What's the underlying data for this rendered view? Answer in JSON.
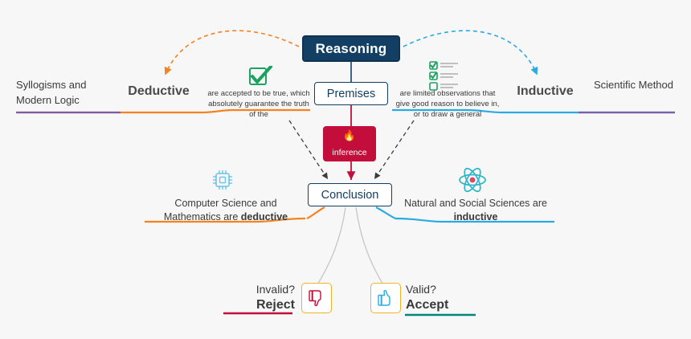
{
  "diagram": {
    "title": "Reasoning",
    "nodes": {
      "root": "Reasoning",
      "premises": "Premises",
      "conclusion": "Conclusion",
      "inference": "inference"
    },
    "branches": {
      "deductive_label": "Deductive",
      "inductive_label": "Inductive",
      "deductive_source": "Syllogisms and Modern Logic",
      "inductive_source": "Scientific Method",
      "deductive_premise_def": "are accepted to be true, which absolutely guarantee the truth of the",
      "inductive_premise_def": "are limited observations  that give good reason to believe in, or to draw a general",
      "deductive_domain_prefix": "Computer Science and Mathematics are ",
      "deductive_domain_strong": "deductive",
      "inductive_domain_prefix": "Natural and Social Sciences are ",
      "inductive_domain_strong": "inductive"
    },
    "verdicts": {
      "invalid_question": "Invalid?",
      "invalid_action": "Reject",
      "valid_question": "Valid?",
      "valid_action": "Accept"
    },
    "icons": {
      "deductive_premise": "green-checkmark-icon",
      "inductive_premise": "checklist-icon",
      "inference": "flame-icon",
      "deductive_domain": "microchip-icon",
      "inductive_domain": "atom-icon",
      "reject": "thumbs-down-icon",
      "accept": "thumbs-up-icon"
    },
    "colors": {
      "navy": "#123f63",
      "crimson": "#c30e3c",
      "orange": "#f58220",
      "blue": "#29abe2",
      "green": "#1aa260",
      "teal": "#00857a",
      "purple": "#7b5ea7",
      "gold": "#f0b323"
    }
  }
}
